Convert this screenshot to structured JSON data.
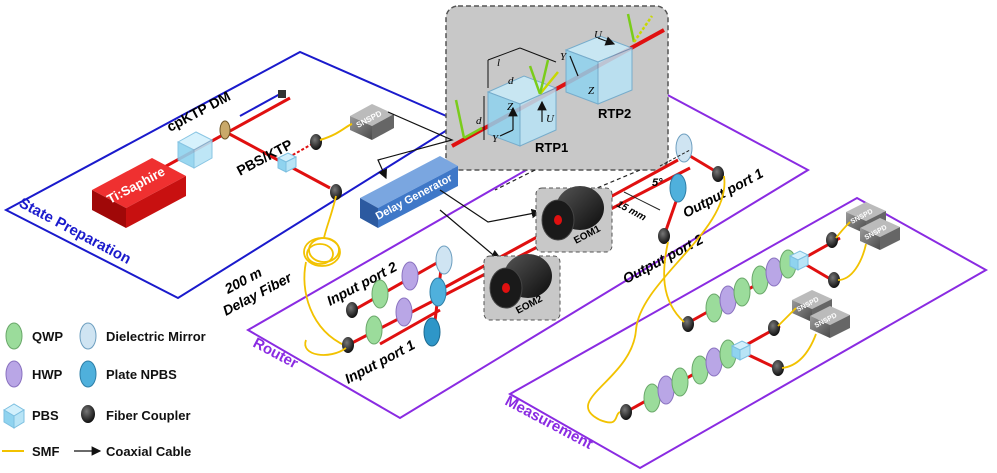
{
  "regions": {
    "state_preparation": "State Preparation",
    "router": "Router",
    "measurement": "Measurement"
  },
  "components": {
    "laser": "Ti:Saphire",
    "cpktp_dm": "cpKTP DM",
    "pbs_ktp": "PBS/KTP",
    "snspd": "SNSPD",
    "delay_generator": "Delay Generator",
    "delay_fiber_length": "200 m",
    "delay_fiber": "Delay Fiber",
    "eom1": "EOM1",
    "eom2": "EOM2",
    "input_port_2": "Input port 2",
    "input_port_1": "Input port 1",
    "output_port_1": "Output port 1",
    "output_port_2": "Output port 2",
    "angle": "5°",
    "distance": "15 mm"
  },
  "inset": {
    "rtp1": "RTP1",
    "rtp2": "RTP2",
    "l": "l",
    "d_top": "d",
    "d_side": "d",
    "z1": "Z",
    "z2": "Z",
    "y1": "Y",
    "y2": "Y",
    "u1": "U",
    "u2": "U"
  },
  "legend": [
    {
      "key": "qwp",
      "label": "QWP"
    },
    {
      "key": "hwp",
      "label": "HWP"
    },
    {
      "key": "pbs",
      "label": "PBS"
    },
    {
      "key": "smf",
      "label": "SMF"
    },
    {
      "key": "dielectric_mirror",
      "label": "Dielectric Mirror"
    },
    {
      "key": "plate_npbs",
      "label": "Plate NPBS"
    },
    {
      "key": "fiber_coupler",
      "label": "Fiber Coupler"
    },
    {
      "key": "coaxial_cable",
      "label": "Coaxial Cable"
    }
  ],
  "colors": {
    "state_border": "#1a1acc",
    "router_border": "#8a2be2",
    "measurement_border": "#8a2be2",
    "laser": "#d01010",
    "beam": "#e01010",
    "fiber": "#f2c200",
    "delay_generator": "#3f78c8",
    "qwp": "#9bdc9b",
    "hwp": "#b9a6e6",
    "pbs": "#8ed0f0",
    "plate_npbs": "#4fb0dc",
    "mirror": "#cfe4f2",
    "inset_bg": "#c8c8c8"
  }
}
